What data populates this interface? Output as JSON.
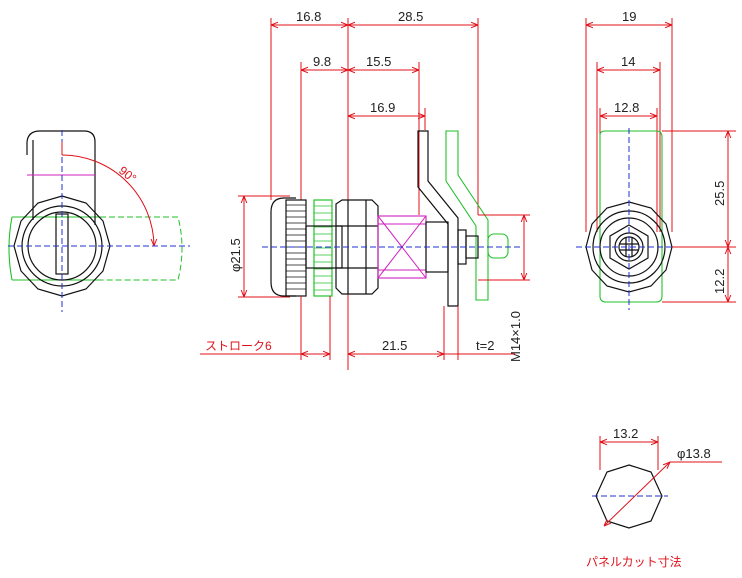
{
  "side_view": {
    "dims_top": [
      "16.8",
      "28.5"
    ],
    "dims_mid": [
      "9.8",
      "15.5"
    ],
    "dim_169": "16.9",
    "dim_dia": "φ21.5",
    "stroke_label": "ストローク6",
    "dim_215": "21.5",
    "thickness": "t=2",
    "thread": "M14×1.0"
  },
  "front_view": {
    "width_19": "19",
    "width_14": "14",
    "width_128": "12.8",
    "height_255": "25.5",
    "height_122": "12.2"
  },
  "left_view": {
    "angle": "90°"
  },
  "panel_cut": {
    "width": "13.2",
    "diameter": "φ13.8",
    "caption": "パネルカット寸法"
  }
}
